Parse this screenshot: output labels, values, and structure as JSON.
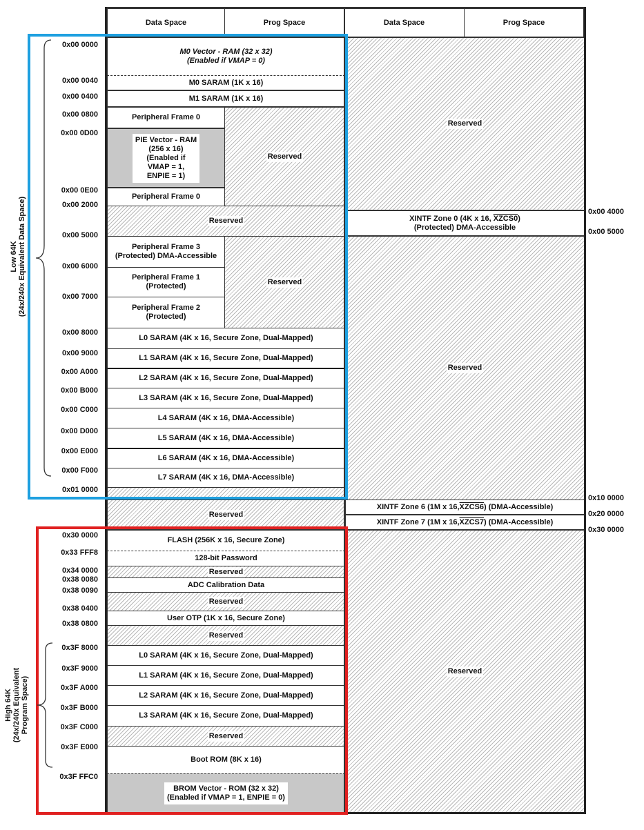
{
  "colors": {
    "low_region_box": "#1ea0e0",
    "high_region_box": "#e02020",
    "grey_block": "#c8c8c8",
    "frame": "#222222"
  },
  "headers": [
    "Data Space",
    "Prog Space",
    "Data Space",
    "Prog Space"
  ],
  "left_addresses": {
    "a0000": "0x00 0000",
    "a0040": "0x00 0040",
    "a0400": "0x00 0400",
    "a0800": "0x00 0800",
    "a0D00": "0x00 0D00",
    "a0E00": "0x00 0E00",
    "a2000": "0x00 2000",
    "a5000": "0x00 5000",
    "a6000": "0x00 6000",
    "a7000": "0x00 7000",
    "a8000": "0x00 8000",
    "a9000": "0x00 9000",
    "aA000": "0x00 A000",
    "aB000": "0x00 B000",
    "aC000": "0x00 C000",
    "aD000": "0x00 D000",
    "aE000": "0x00 E000",
    "aF000": "0x00 F000",
    "a10000": "0x01 0000",
    "h300000": "0x30  0000",
    "h33FFF8": "0x33  FFF8",
    "h340000": "0x34  0000",
    "h380080": "0x38  0080",
    "h380090": "0x38  0090",
    "h380400": "0x38  0400",
    "h380800": "0x38  0800",
    "h3F8000": "0x3F 8000",
    "h3F9000": "0x3F 9000",
    "h3FA000": "0x3F A000",
    "h3FB000": "0x3F B000",
    "h3FC000": "0x3F C000",
    "h3FE000": "0x3F E000",
    "h3FFFC0": "0x3F FFC0"
  },
  "right_addresses": {
    "r4000": "0x00 4000",
    "r5000": "0x00 5000",
    "r100000": "0x10 0000",
    "r200000": "0x20 0000",
    "r300000": "0x30 0000"
  },
  "side_labels": {
    "low": [
      "Low 64K",
      "(24x/240x Equivalent Data Space)"
    ],
    "high": [
      "High 64K",
      "(24x/240x Equivalent",
      "Program Space)"
    ]
  },
  "blocks": {
    "m0_vector": [
      "M0 Vector - RAM (32 x 32)",
      "(Enabled if VMAP = 0)"
    ],
    "m0_saram": "M0 SARAM (1K x 16)",
    "m1_saram": "M1 SARAM (1K x 16)",
    "pf0_a": "Peripheral Frame 0",
    "pie_vector": [
      "PIE Vector - RAM",
      "(256 x 16)",
      "(Enabled if",
      "VMAP = 1,",
      "ENPIE = 1)"
    ],
    "pf0_b": "Peripheral Frame 0",
    "reserved": "Reserved",
    "pf3": [
      "Peripheral Frame 3",
      "(Protected) DMA-Accessible"
    ],
    "pf1": [
      "Peripheral Frame 1",
      "(Protected)"
    ],
    "pf2": [
      "Peripheral Frame 2",
      "(Protected)"
    ],
    "l0": "L0 SARAM (4K x 16, Secure Zone, Dual-Mapped)",
    "l1": "L1 SARAM (4K x 16, Secure Zone, Dual-Mapped)",
    "l2": "L2 SARAM (4K x 16, Secure Zone, Dual-Mapped)",
    "l3": "L3 SARAM (4K x 16, Secure Zone, Dual-Mapped)",
    "l4": "L4 SARAM (4K x 16, DMA-Accessible)",
    "l5": "L5 SARAM (4K x 16, DMA-Accessible)",
    "l6": "L6 SARAM (4K x 16, DMA-Accessible)",
    "l7": "L7 SARAM (4K x 16, DMA-Accessible)",
    "xintf0_pre": "XINTF Zone 0 (4K x 16, ",
    "xintf0_sig": "XZCS0",
    "xintf0_post": ")",
    "xintf0_line2": "(Protected) DMA-Accessible",
    "xintf6_pre": "XINTF Zone 6 (1M x 16, ",
    "xintf6_sig": "XZCS6",
    "xintf6_post": ") (DMA-Accessible)",
    "xintf7_pre": "XINTF Zone 7 (1M x 16, ",
    "xintf7_sig": "XZCS7",
    "xintf7_post": ") (DMA-Accessible)",
    "flash": "FLASH (256K x 16, Secure Zone)",
    "password": "128-bit Password",
    "adc_cal": "ADC Calibration Data",
    "user_otp": "User OTP (1K x 16, Secure Zone)",
    "boot_rom": "Boot ROM (8K x 16)",
    "brom_vector": [
      "BROM Vector - ROM (32 x 32)",
      "(Enabled if VMAP = 1, ENPIE = 0)"
    ]
  }
}
